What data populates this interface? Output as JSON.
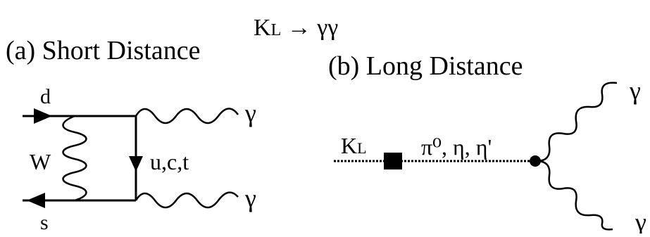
{
  "title": {
    "K": "K",
    "L": "L",
    "rest": " → γγ"
  },
  "panel_a": {
    "label": "(a) Short Distance",
    "quark_in": "d",
    "quark_out": "s",
    "boson": "W",
    "internal_quarks": "u,c,t",
    "photon_top": "γ",
    "photon_bottom": "γ"
  },
  "panel_b": {
    "label": "(b) Long Distance",
    "kaon": {
      "K": "K",
      "L": "L"
    },
    "intermediate_label": "π⁰, η, η'",
    "photon_top": "γ",
    "photon_bottom": "γ"
  }
}
